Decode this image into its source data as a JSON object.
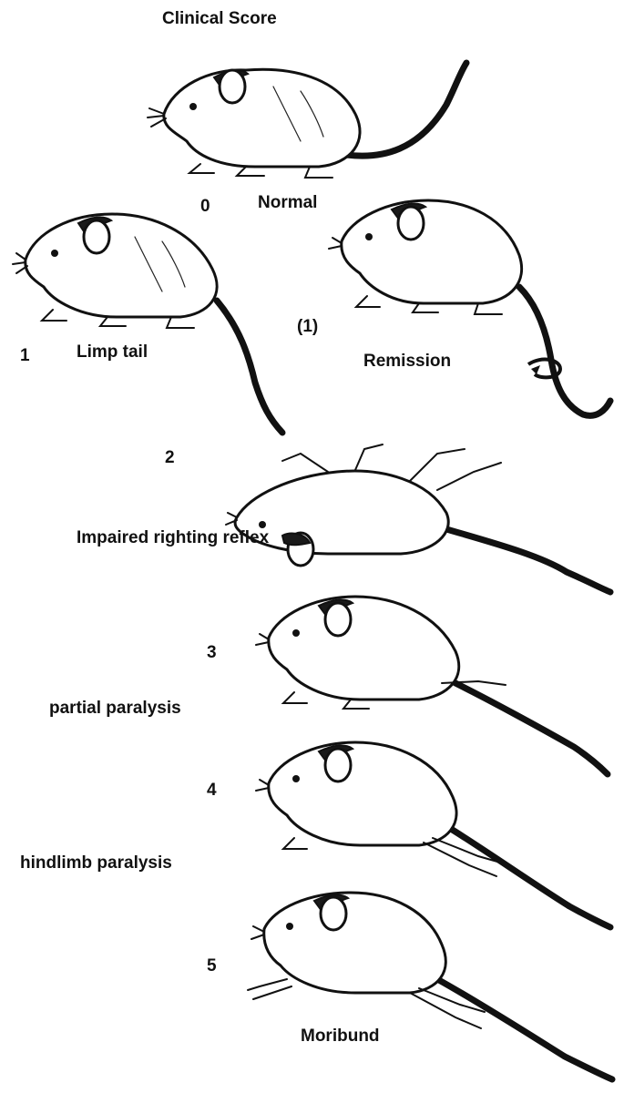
{
  "title": "Clinical Score",
  "scores": [
    {
      "score": "0",
      "description": "Normal"
    },
    {
      "score": "1",
      "description": "Limp tail"
    },
    {
      "score": "(1)",
      "description": "Remission"
    },
    {
      "score": "2",
      "description": "Impaired righting reflex"
    },
    {
      "score": "3",
      "description": "partial paralysis"
    },
    {
      "score": "4",
      "description": "hindlimb paralysis"
    },
    {
      "score": "5",
      "description": "Moribund"
    }
  ],
  "illustration": "mouse-line-drawing",
  "colors": {
    "ink": "#111111",
    "background": "#ffffff"
  }
}
